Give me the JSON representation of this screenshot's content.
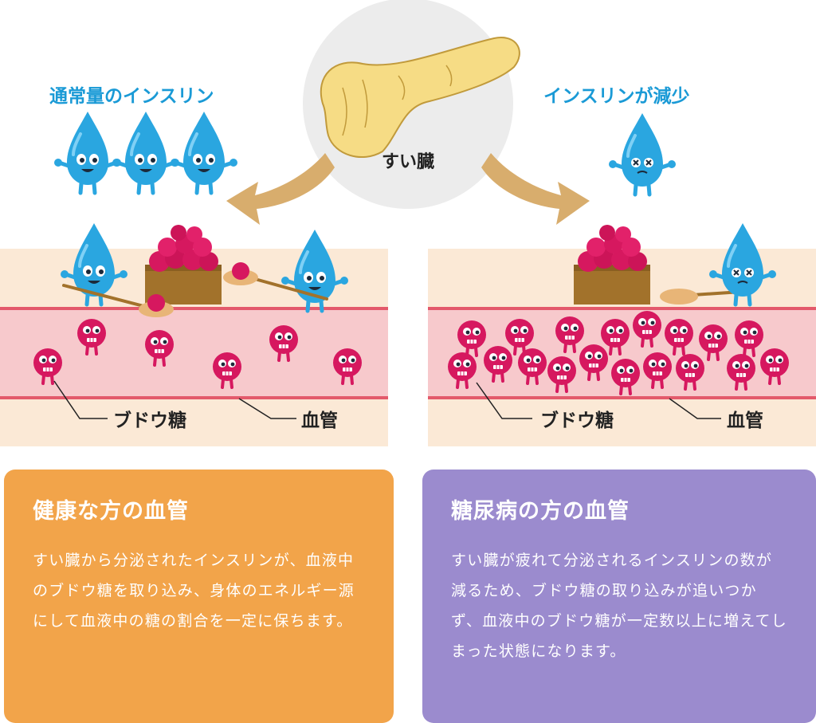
{
  "header": {
    "left_title": "通常量のインスリン",
    "right_title": "インスリンが減少",
    "organ_label": "すい臓"
  },
  "diagram": {
    "left_glucose_label": "ブドウ糖",
    "left_vessel_label": "血管",
    "right_glucose_label": "ブドウ糖",
    "right_vessel_label": "血管"
  },
  "cards": {
    "healthy": {
      "title": "健康な方の血管",
      "body": "すい臓から分泌されたインスリンが、血液中のブドウ糖を取り込み、身体のエネルギー源にして血液中の糖の割合を一定に保ちます。",
      "color": "#f2a44a"
    },
    "diabetic": {
      "title": "糖尿病の方の血管",
      "body": "すい臓が疲れて分泌されるインスリンの数が減るため、ブドウ糖の取り込みが追いつかず、血液中のブドウ糖が一定数以上に増えてしまった状態になります。",
      "color": "#9b8bce"
    }
  },
  "colors": {
    "insulin": "#2aa6e0",
    "glucose": "#d6185f",
    "vessel": "#f7c9cc",
    "vessel_edge": "#e3596b",
    "tissue": "#fbe9d6",
    "arrow": "#d8ad6d",
    "organ": "#f6dc85",
    "organ_bg": "#ececec"
  }
}
